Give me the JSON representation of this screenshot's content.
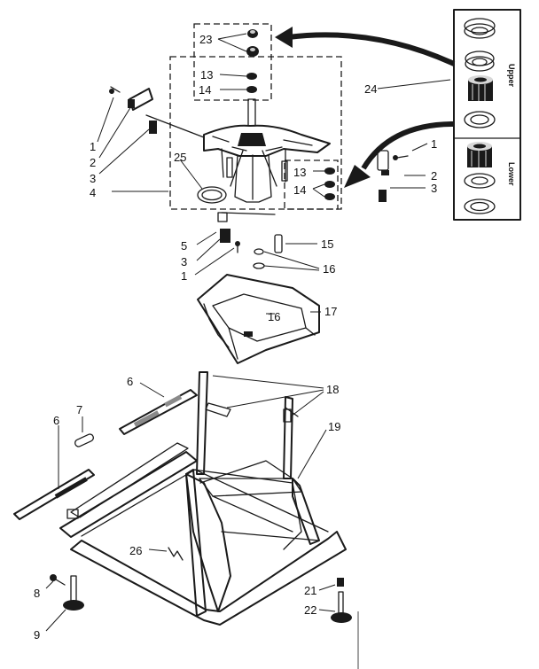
{
  "diagram": {
    "labels": [
      {
        "id": "l23",
        "text": "23"
      },
      {
        "id": "l13a",
        "text": "13"
      },
      {
        "id": "l14a",
        "text": "14"
      },
      {
        "id": "l24",
        "text": "24"
      },
      {
        "id": "l1a",
        "text": "1"
      },
      {
        "id": "l2a",
        "text": "2"
      },
      {
        "id": "l3a",
        "text": "3"
      },
      {
        "id": "l25",
        "text": "25"
      },
      {
        "id": "l4",
        "text": "4"
      },
      {
        "id": "l13b",
        "text": "13"
      },
      {
        "id": "l14b",
        "text": "14"
      },
      {
        "id": "l1b",
        "text": "1"
      },
      {
        "id": "l2b",
        "text": "2"
      },
      {
        "id": "l3b",
        "text": "3"
      },
      {
        "id": "l5",
        "text": "5"
      },
      {
        "id": "l3c",
        "text": "3"
      },
      {
        "id": "l1c",
        "text": "1"
      },
      {
        "id": "l15",
        "text": "15"
      },
      {
        "id": "l16a",
        "text": "16"
      },
      {
        "id": "l16b",
        "text": "16"
      },
      {
        "id": "l17",
        "text": "17"
      },
      {
        "id": "l6a",
        "text": "6"
      },
      {
        "id": "l18",
        "text": "18"
      },
      {
        "id": "l7",
        "text": "7"
      },
      {
        "id": "l6b",
        "text": "6"
      },
      {
        "id": "l19",
        "text": "19"
      },
      {
        "id": "l26",
        "text": "26"
      },
      {
        "id": "l21",
        "text": "21"
      },
      {
        "id": "l8",
        "text": "8"
      },
      {
        "id": "l22",
        "text": "22"
      },
      {
        "id": "l9",
        "text": "9"
      }
    ],
    "kit_upper": "Upper",
    "kit_lower": "Lower"
  }
}
